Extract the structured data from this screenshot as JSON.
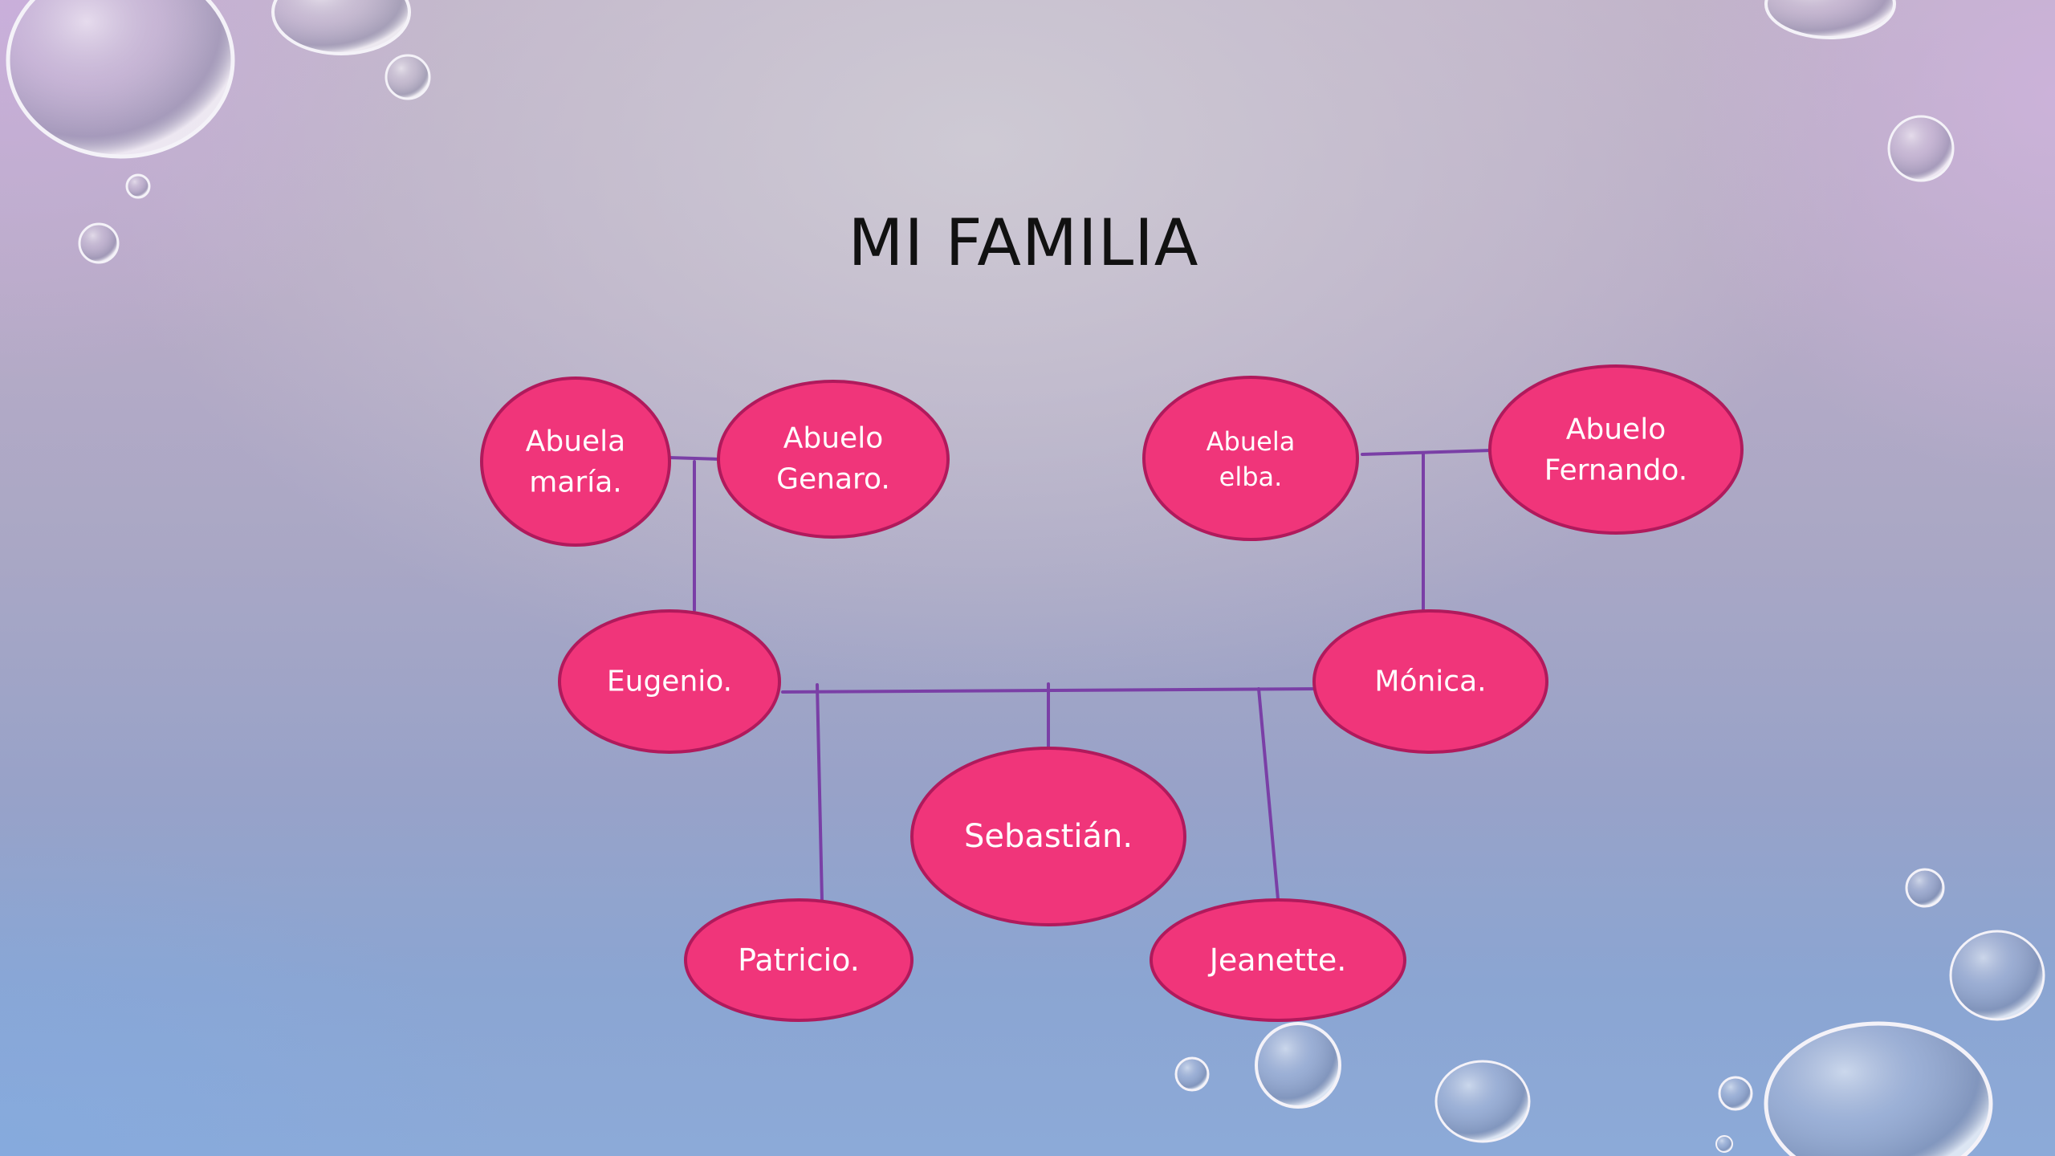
{
  "slide": {
    "title": "MI FAMILIA"
  },
  "colors": {
    "node_fill": "#f0357a",
    "node_stroke": "#b01a5c",
    "connector": "#7a3fa6",
    "label": "#ffffff"
  },
  "nodes": [
    {
      "id": "abuela-maria",
      "lines": [
        "Abuela",
        "maría."
      ]
    },
    {
      "id": "abuelo-genaro",
      "lines": [
        "Abuelo",
        "Genaro."
      ]
    },
    {
      "id": "abuela-elba",
      "lines": [
        "Abuela",
        "elba."
      ]
    },
    {
      "id": "abuelo-fernando",
      "lines": [
        "Abuelo",
        "Fernando."
      ]
    },
    {
      "id": "eugenio",
      "lines": [
        "Eugenio."
      ]
    },
    {
      "id": "monica",
      "lines": [
        "Mónica."
      ]
    },
    {
      "id": "sebastian",
      "lines": [
        "Sebastián."
      ]
    },
    {
      "id": "patricio",
      "lines": [
        "Patricio."
      ]
    },
    {
      "id": "jeanette",
      "lines": [
        "Jeanette."
      ]
    }
  ],
  "relations": [
    {
      "type": "couple",
      "members": [
        "abuela-maria",
        "abuelo-genaro"
      ]
    },
    {
      "type": "child",
      "parents": [
        "abuela-maria",
        "abuelo-genaro"
      ],
      "child": "eugenio"
    },
    {
      "type": "couple",
      "members": [
        "abuela-elba",
        "abuelo-fernando"
      ]
    },
    {
      "type": "child",
      "parents": [
        "abuela-elba",
        "abuelo-fernando"
      ],
      "child": "monica"
    },
    {
      "type": "couple",
      "members": [
        "eugenio",
        "monica"
      ]
    },
    {
      "type": "child",
      "parents": [
        "eugenio",
        "monica"
      ],
      "child": "patricio"
    },
    {
      "type": "child",
      "parents": [
        "eugenio",
        "monica"
      ],
      "child": "sebastian"
    },
    {
      "type": "child",
      "parents": [
        "eugenio",
        "monica"
      ],
      "child": "jeanette"
    }
  ]
}
